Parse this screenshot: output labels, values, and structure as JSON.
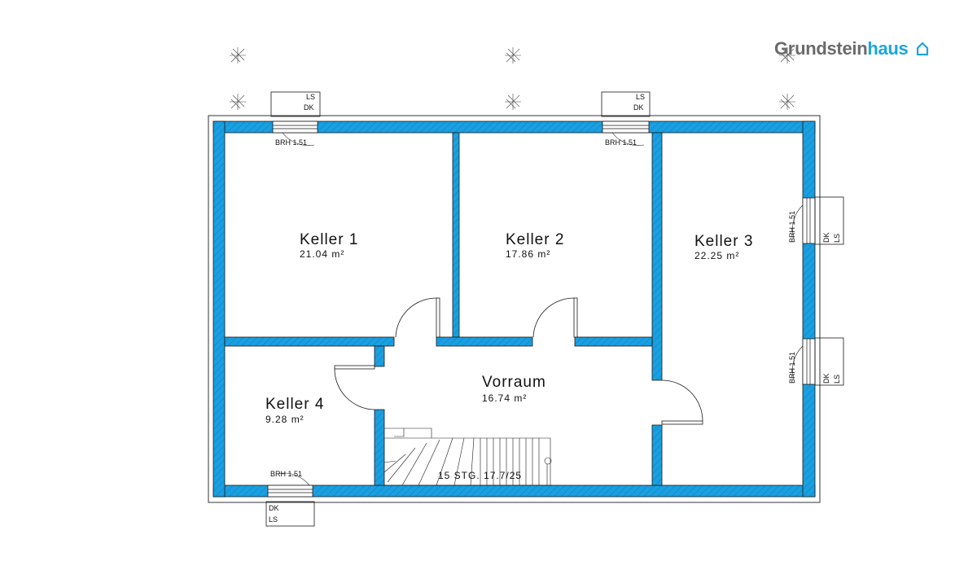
{
  "brand": {
    "part1": "Grundstein",
    "part2": "haus",
    "icon": "house-outline-icon",
    "accent": "#19a7dd",
    "grey": "#6b6b6b"
  },
  "colors": {
    "wall": "#1a9fe0",
    "line": "#1a1a1a"
  },
  "rooms": [
    {
      "id": "keller-1",
      "name": "Keller 1",
      "area": "21.04 m²"
    },
    {
      "id": "keller-2",
      "name": "Keller 2",
      "area": "17.86 m²"
    },
    {
      "id": "keller-3",
      "name": "Keller 3",
      "area": "22.25 m²"
    },
    {
      "id": "keller-4",
      "name": "Keller 4",
      "area": "9.28 m²"
    },
    {
      "id": "vorraum",
      "name": "Vorraum",
      "area": "16.74 m²"
    }
  ],
  "windows": {
    "brh": "BRH 1.51",
    "ls": "LS",
    "dk": "DK"
  },
  "stairs": {
    "label": "15 STG. 17.7/25"
  }
}
